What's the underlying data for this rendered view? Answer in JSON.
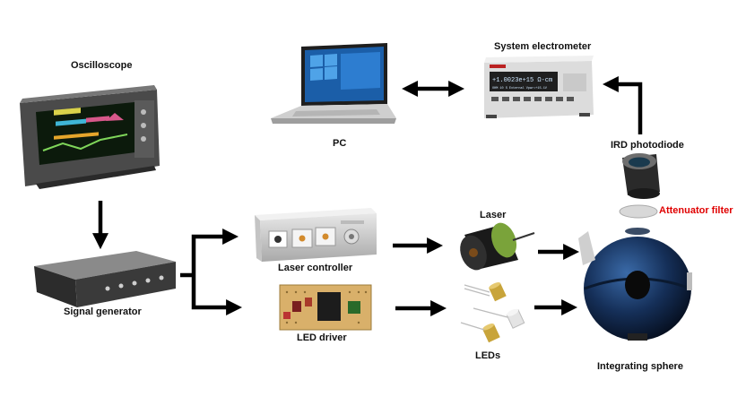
{
  "labels": {
    "oscilloscope": "Oscilloscope",
    "pc": "PC",
    "electrometer": "System electrometer",
    "ird": "IRD photodiode",
    "attenuator": "Attenuator filter",
    "laser": "Laser",
    "laser_controller": "Laser controller",
    "led_driver": "LED driver",
    "leds": "LEDs",
    "signal_generator": "Signal generator",
    "sphere": "Integrating sphere"
  },
  "screens": {
    "electrometer_display_line1": "+1.0023e+15 Ω-cm",
    "electrometer_display_line2": "OHM 10 S   External Vpwr=+15.1V"
  },
  "colors": {
    "arrow": "#000000",
    "attenuator_text": "#e00000"
  }
}
